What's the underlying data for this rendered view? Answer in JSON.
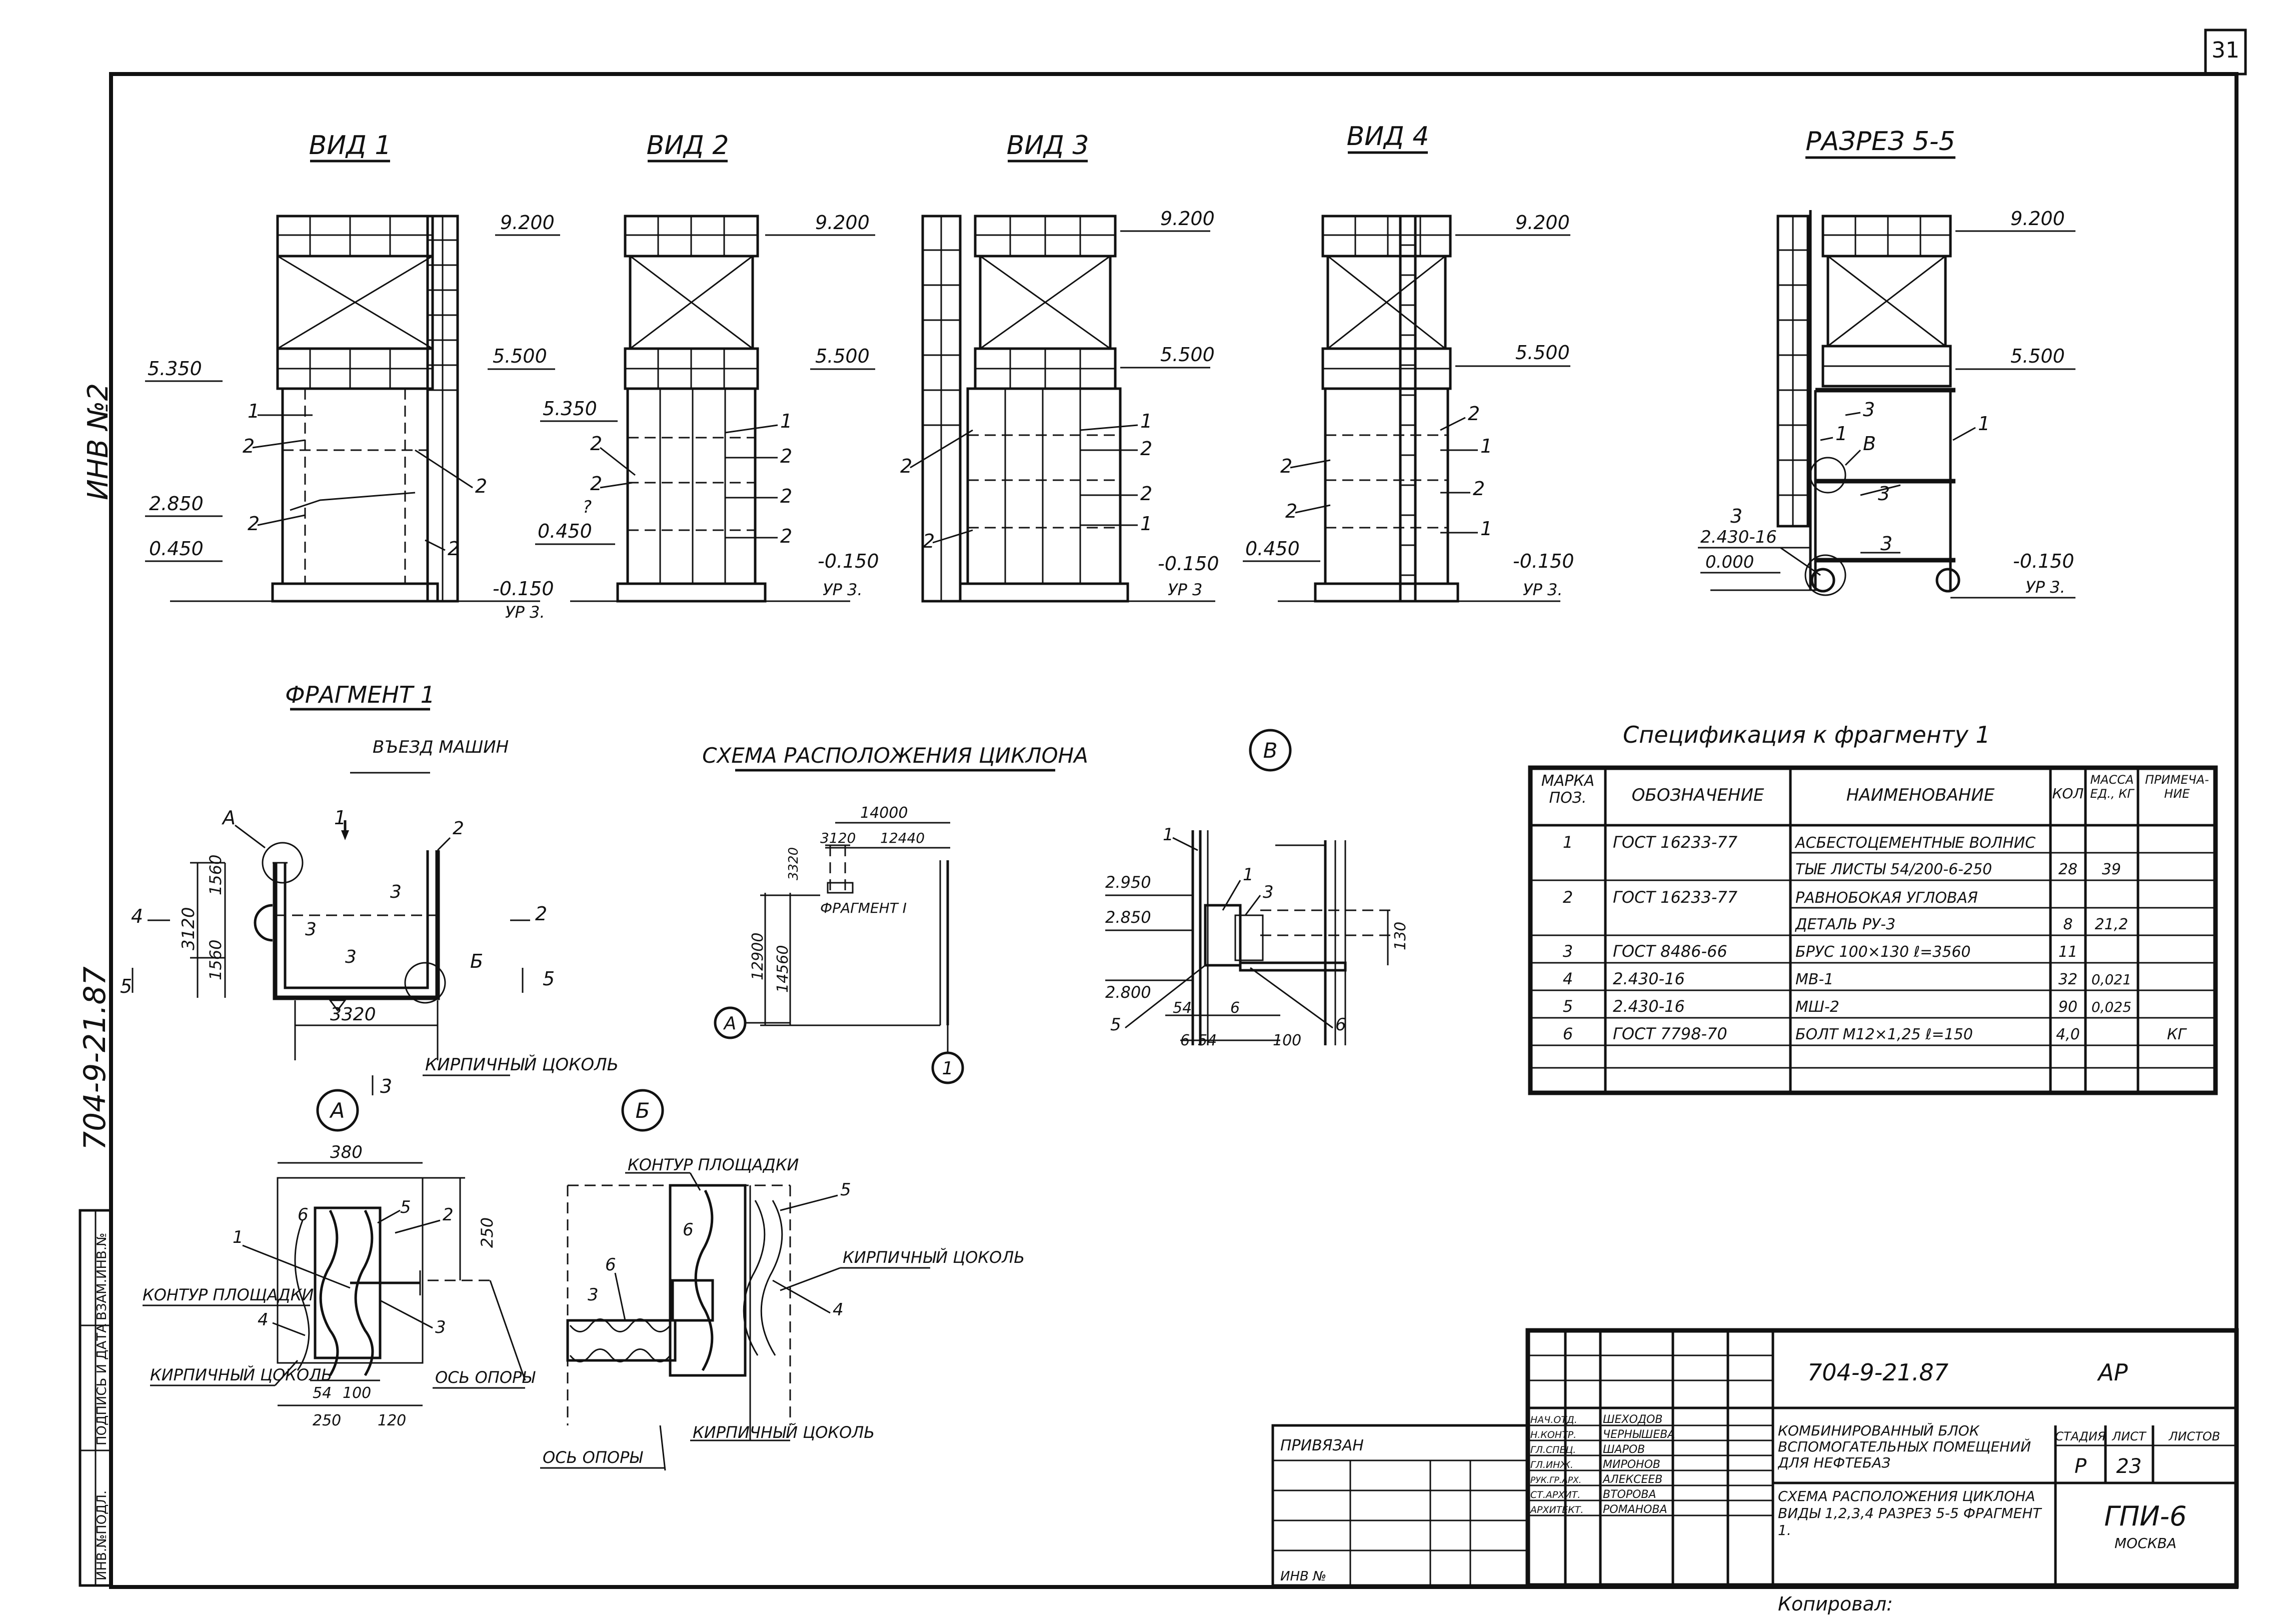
{
  "sheet": {
    "page_number": "31",
    "side_note": "ИНВ №2",
    "doc_code_vertical": "704-9-21.87"
  },
  "views": [
    {
      "title": "ВИД 1",
      "levels": [
        "9.200",
        "5.500",
        "5.350",
        "2.850",
        "0.450",
        "-0.150",
        "УР 3."
      ],
      "marks": [
        "1",
        "2",
        "2",
        "2",
        "2"
      ]
    },
    {
      "title": "ВИД 2",
      "levels": [
        "9.200",
        "5.500",
        "5.350",
        "0.450",
        "-0.150",
        "УР 3."
      ],
      "marks": [
        "2",
        "2",
        "?",
        "1",
        "2",
        "2",
        "2"
      ]
    },
    {
      "title": "ВИД 3",
      "levels": [
        "9.200",
        "5.500",
        "-0.150",
        "УР 3"
      ],
      "marks": [
        "1",
        "2",
        "2",
        "2",
        "1",
        "2"
      ]
    },
    {
      "title": "ВИД 4",
      "levels": [
        "9.200",
        "5.500",
        "0.450",
        "-0.150",
        "УР 3."
      ],
      "marks": [
        "2",
        "2",
        "2",
        "1",
        "2",
        "1"
      ]
    },
    {
      "title": "РАЗРЕЗ 5-5",
      "levels": [
        "9.200",
        "5.500",
        "2.430-16",
        "0.000",
        "-0.150",
        "УР 3."
      ],
      "marks": [
        "3",
        "1",
        "В",
        "3",
        "3",
        "1",
        "3"
      ]
    }
  ],
  "fragment": {
    "title": "ФРАГМЕНТ 1",
    "entry_label": "ВЪЕЗД МАШИН",
    "callouts": [
      "А",
      "Б",
      "1",
      "2",
      "3",
      "3",
      "3",
      "4",
      "5"
    ],
    "dims": [
      "3120",
      "1560",
      "1560",
      "3320"
    ],
    "plinth_label": "КИРПИЧНЫЙ ЦОКОЛЬ",
    "section_3": "3"
  },
  "scheme": {
    "title": "СХЕМА РАСПОЛОЖЕНИЯ ЦИКЛОНА",
    "dims": [
      "14000",
      "3120",
      "12440",
      "3320",
      "12900",
      "14560"
    ],
    "label": "ФРАГМЕНТ I",
    "axis_a": "А",
    "axis_1": "1"
  },
  "detail_v": {
    "title": "В",
    "levels": [
      "2.950",
      "2.850",
      "2.800"
    ],
    "dims": [
      "130",
      "54",
      "6",
      "6",
      "54",
      "100"
    ],
    "marks": [
      "1",
      "1",
      "3",
      "5",
      "6"
    ]
  },
  "detail_a": {
    "title": "А",
    "dims": [
      "380",
      "250",
      "54",
      "100",
      "250",
      "120"
    ],
    "marks": [
      "6",
      "5",
      "2",
      "1",
      "4",
      "3"
    ],
    "labels": [
      "КОНТУР ПЛОЩАДКИ",
      "КИРПИЧНЫЙ ЦОКОЛЬ",
      "ОСЬ ОПОРЫ"
    ]
  },
  "detail_b": {
    "title": "Б",
    "marks": [
      "6",
      "5",
      "6",
      "3",
      "4"
    ],
    "labels": [
      "КОНТУР ПЛОЩАДКИ",
      "КИРПИЧНЫЙ ЦОКОЛЬ",
      "КИРПИЧНЫЙ ЦОКОЛЬ",
      "ОСЬ ОПОРЫ"
    ]
  },
  "spec": {
    "title": "Спецификация к фрагменту 1",
    "headers": [
      "МАРКА ПОЗ.",
      "ОБОЗНАЧЕНИЕ",
      "НАИМЕНОВАНИЕ",
      "КОЛ",
      "МАССА ЕД., КГ",
      "ПРИМЕЧА-НИЕ"
    ],
    "rows": [
      [
        "1",
        "ГОСТ 16233-77",
        "АСБЕСТОЦЕМЕНТНЫЕ ВОЛНИС",
        "",
        "",
        ""
      ],
      [
        "",
        "",
        "ТЫЕ ЛИСТЫ 54/200-6-250",
        "28",
        "39",
        ""
      ],
      [
        "2",
        "ГОСТ 16233-77",
        "РАВНОБОКАЯ УГЛОВАЯ",
        "",
        "",
        ""
      ],
      [
        "",
        "",
        "ДЕТАЛЬ РУ-3",
        "8",
        "21,2",
        ""
      ],
      [
        "3",
        "ГОСТ 8486-66",
        "БРУС 100×130 ℓ=3560",
        "11",
        "",
        ""
      ],
      [
        "4",
        "2.430-16",
        "МВ-1",
        "32",
        "0,021",
        ""
      ],
      [
        "5",
        "2.430-16",
        "МШ-2",
        "90",
        "0,025",
        ""
      ],
      [
        "6",
        "ГОСТ 7798-70",
        "БОЛТ М12×1,25 ℓ=150",
        "4,0",
        "",
        "КГ"
      ],
      [
        "",
        "",
        "",
        "",
        "",
        ""
      ]
    ]
  },
  "stamp": {
    "code": "704-9-21.87",
    "stage_mark": "АР",
    "bound_label": "ПРИВЯЗАН",
    "inv_label": "ИНВ №",
    "roles": [
      "НАЧ.ОТД.",
      "Н.КОНТР.",
      "ГЛ.СПЕЦ.",
      "ГЛ.ИНЖ.",
      "РУК.ГР.АРХ.",
      "СТ.АРХИТ.",
      "АРХИТЕКТ."
    ],
    "names": [
      "ШЕХОДОВ",
      "ЧЕРНЫШЕВА",
      "ШАРОВ",
      "МИРОНОВ",
      "АЛЕКСЕЕВ",
      "ВТОРОВА",
      "РОМАНОВА"
    ],
    "object_title": "КОМБИНИРОВАННЫЙ БЛОК ВСПОМОГАТЕЛЬНЫХ ПОМЕЩЕНИЙ ДЛЯ НЕФТЕБАЗ",
    "sheet_title": "СХЕМА РАСПОЛОЖЕНИЯ ЦИКЛОНА ВИДЫ 1,2,3,4 РАЗРЕЗ 5-5 ФРАГМЕНТ 1.",
    "stage_header": "СТАДИЯ",
    "sheet_header": "ЛИСТ",
    "sheets_header": "ЛИСТОВ",
    "stage": "Р",
    "sheet": "23",
    "org": "ГПИ-6",
    "city": "МОСКВА",
    "copied": "Копировал:"
  },
  "left_strip": [
    "ИНВ.№ПОДЛ.",
    "ПОДПИСЬ И ДАТА",
    "ВЗАМ.ИНВ.№"
  ]
}
